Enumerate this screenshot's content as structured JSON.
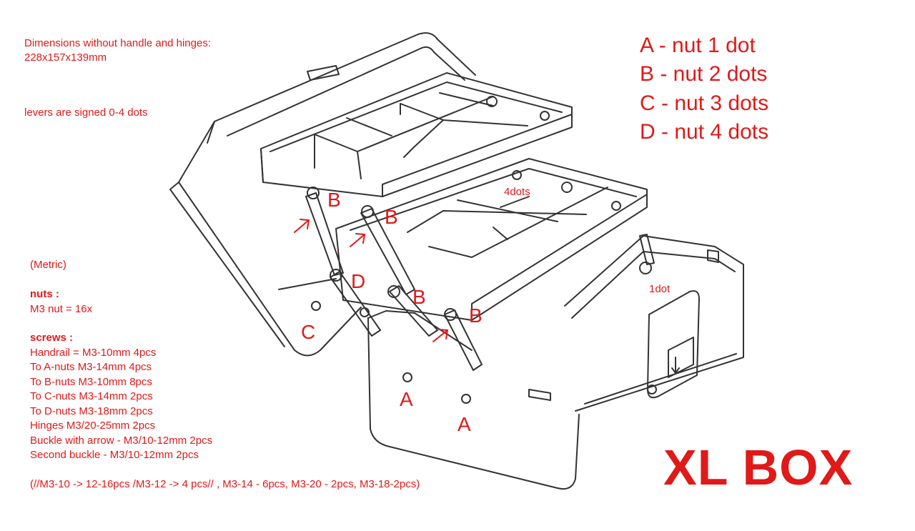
{
  "notes": {
    "dimensions_title": "Dimensions without handle and hinges:",
    "dimensions_value": "228x157x139mm",
    "levers": "levers are signed 0-4 dots",
    "metric": "(Metric)",
    "nuts_heading": "nuts :",
    "nuts_count": "M3 nut = 16x",
    "screws_heading": "screws :",
    "screws": [
      "Handrail = M3-10mm 4pcs",
      "To A-nuts  M3-14mm  4pcs",
      "To B-nuts  M3-10mm  8pcs",
      "To C-nuts  M3-14mm  2pcs",
      "To D-nuts  M3-18mm  2pcs",
      "Hinges M3/20-25mm  2pcs",
      "Buckle with arrow - M3/10-12mm 2pcs",
      "Second buckle -       M3/10-12mm 2pcs"
    ],
    "summary": "(//M3-10 -> 12-16pcs /M3-12 -> 4 pcs// , M3-14 - 6pcs, M3-20 - 2pcs, M3-18-2pcs)"
  },
  "legend": [
    "A - nut 1 dot",
    "B - nut 2 dots",
    "C - nut 3 dots",
    "D - nut 4 dots"
  ],
  "title": "XL BOX",
  "labels": {
    "b1": "B",
    "b2": "B",
    "b3": "B",
    "b4": "B",
    "c": "C",
    "d": "D",
    "a1": "A",
    "a2": "A",
    "four_dots": "4dots",
    "one_dot": "1dot"
  },
  "colors": {
    "annotation": "#e01919",
    "line": "#333333"
  }
}
